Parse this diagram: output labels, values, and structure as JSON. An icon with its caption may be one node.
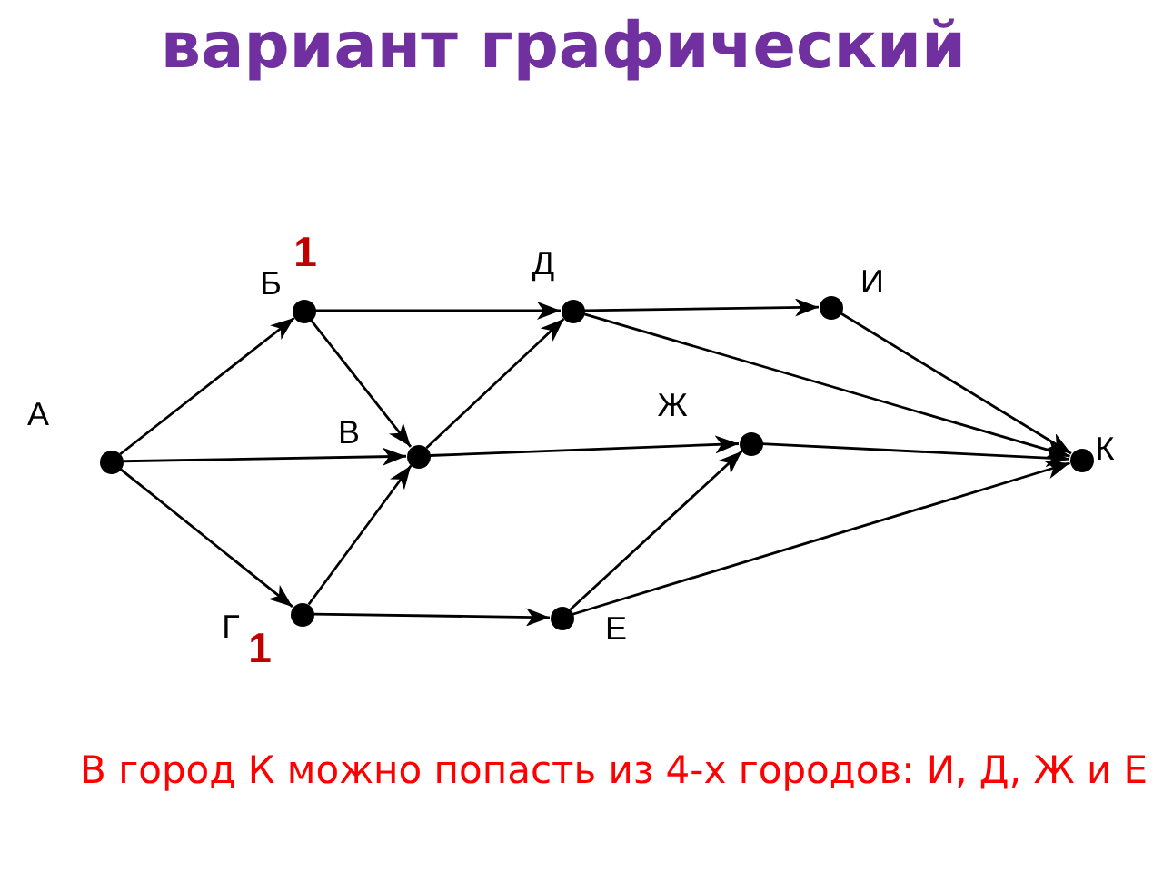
{
  "diagram": {
    "title": "вариант графический",
    "nodes": [
      {
        "text": [],
        "shape": "circle",
        "beside": [
          "А"
        ]
      },
      {
        "text": [],
        "shape": "circle",
        "beside": [
          "Б",
          "1"
        ]
      },
      {
        "text": [],
        "shape": "circle",
        "beside": [
          "В"
        ]
      },
      {
        "text": [],
        "shape": "circle",
        "beside": [
          "Г",
          "1"
        ]
      },
      {
        "text": [],
        "shape": "circle",
        "beside": [
          "Д"
        ]
      },
      {
        "text": [],
        "shape": "circle",
        "beside": [
          "Е"
        ]
      },
      {
        "text": [],
        "shape": "circle",
        "beside": [
          "Ж"
        ]
      },
      {
        "text": [],
        "shape": "circle",
        "beside": [
          "И"
        ]
      },
      {
        "text": [],
        "shape": "circle",
        "beside": [
          "К"
        ]
      }
    ],
    "edges": [
      {
        "from": 0,
        "to": 1,
        "arrow": "to"
      },
      {
        "from": 0,
        "to": 2,
        "arrow": "to"
      },
      {
        "from": 0,
        "to": 3,
        "arrow": "to"
      },
      {
        "from": 1,
        "to": 4,
        "arrow": "to"
      },
      {
        "from": 1,
        "to": 2,
        "arrow": "to"
      },
      {
        "from": 3,
        "to": 2,
        "arrow": "to"
      },
      {
        "from": 3,
        "to": 5,
        "arrow": "to"
      },
      {
        "from": 2,
        "to": 4,
        "arrow": "to"
      },
      {
        "from": 2,
        "to": 6,
        "arrow": "to"
      },
      {
        "from": 4,
        "to": 7,
        "arrow": "to"
      },
      {
        "from": 4,
        "to": 8,
        "arrow": "to"
      },
      {
        "from": 7,
        "to": 8,
        "arrow": "to"
      },
      {
        "from": 6,
        "to": 8,
        "arrow": "to"
      },
      {
        "from": 5,
        "to": 6,
        "arrow": "to"
      },
      {
        "from": 5,
        "to": 8,
        "arrow": "to"
      }
    ],
    "labels": [
      "В город К можно попасть из 4-х городов: И, Д, Ж и Е"
    ]
  }
}
